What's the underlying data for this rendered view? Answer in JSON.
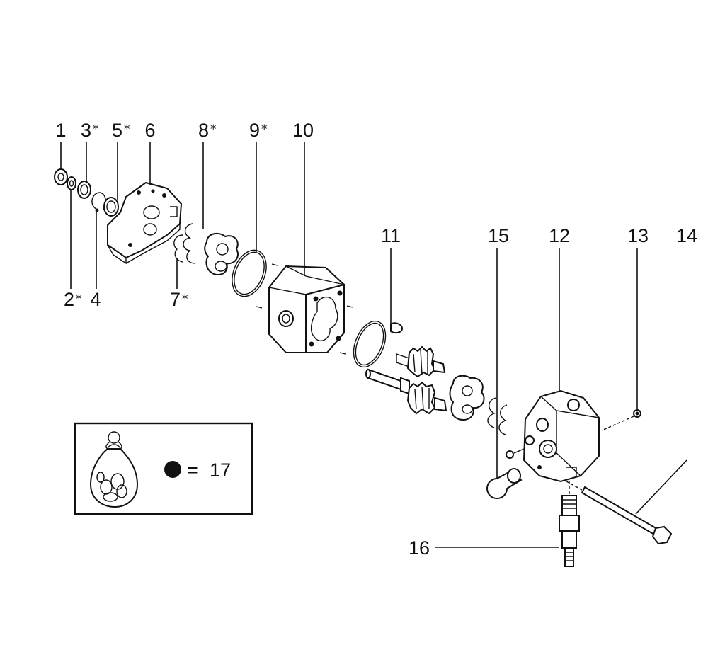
{
  "callouts": {
    "c1": "1",
    "c2": "2",
    "c3": "3",
    "c4": "4",
    "c5": "5",
    "c6": "6",
    "c7": "7",
    "c8": "8",
    "c9": "9",
    "c10": "10",
    "c11": "11",
    "c12": "12",
    "c13": "13",
    "c14": "14",
    "c15": "15",
    "c16": "16"
  },
  "star_symbol": "*",
  "legend": {
    "equals": "=",
    "kit_number": "17"
  }
}
